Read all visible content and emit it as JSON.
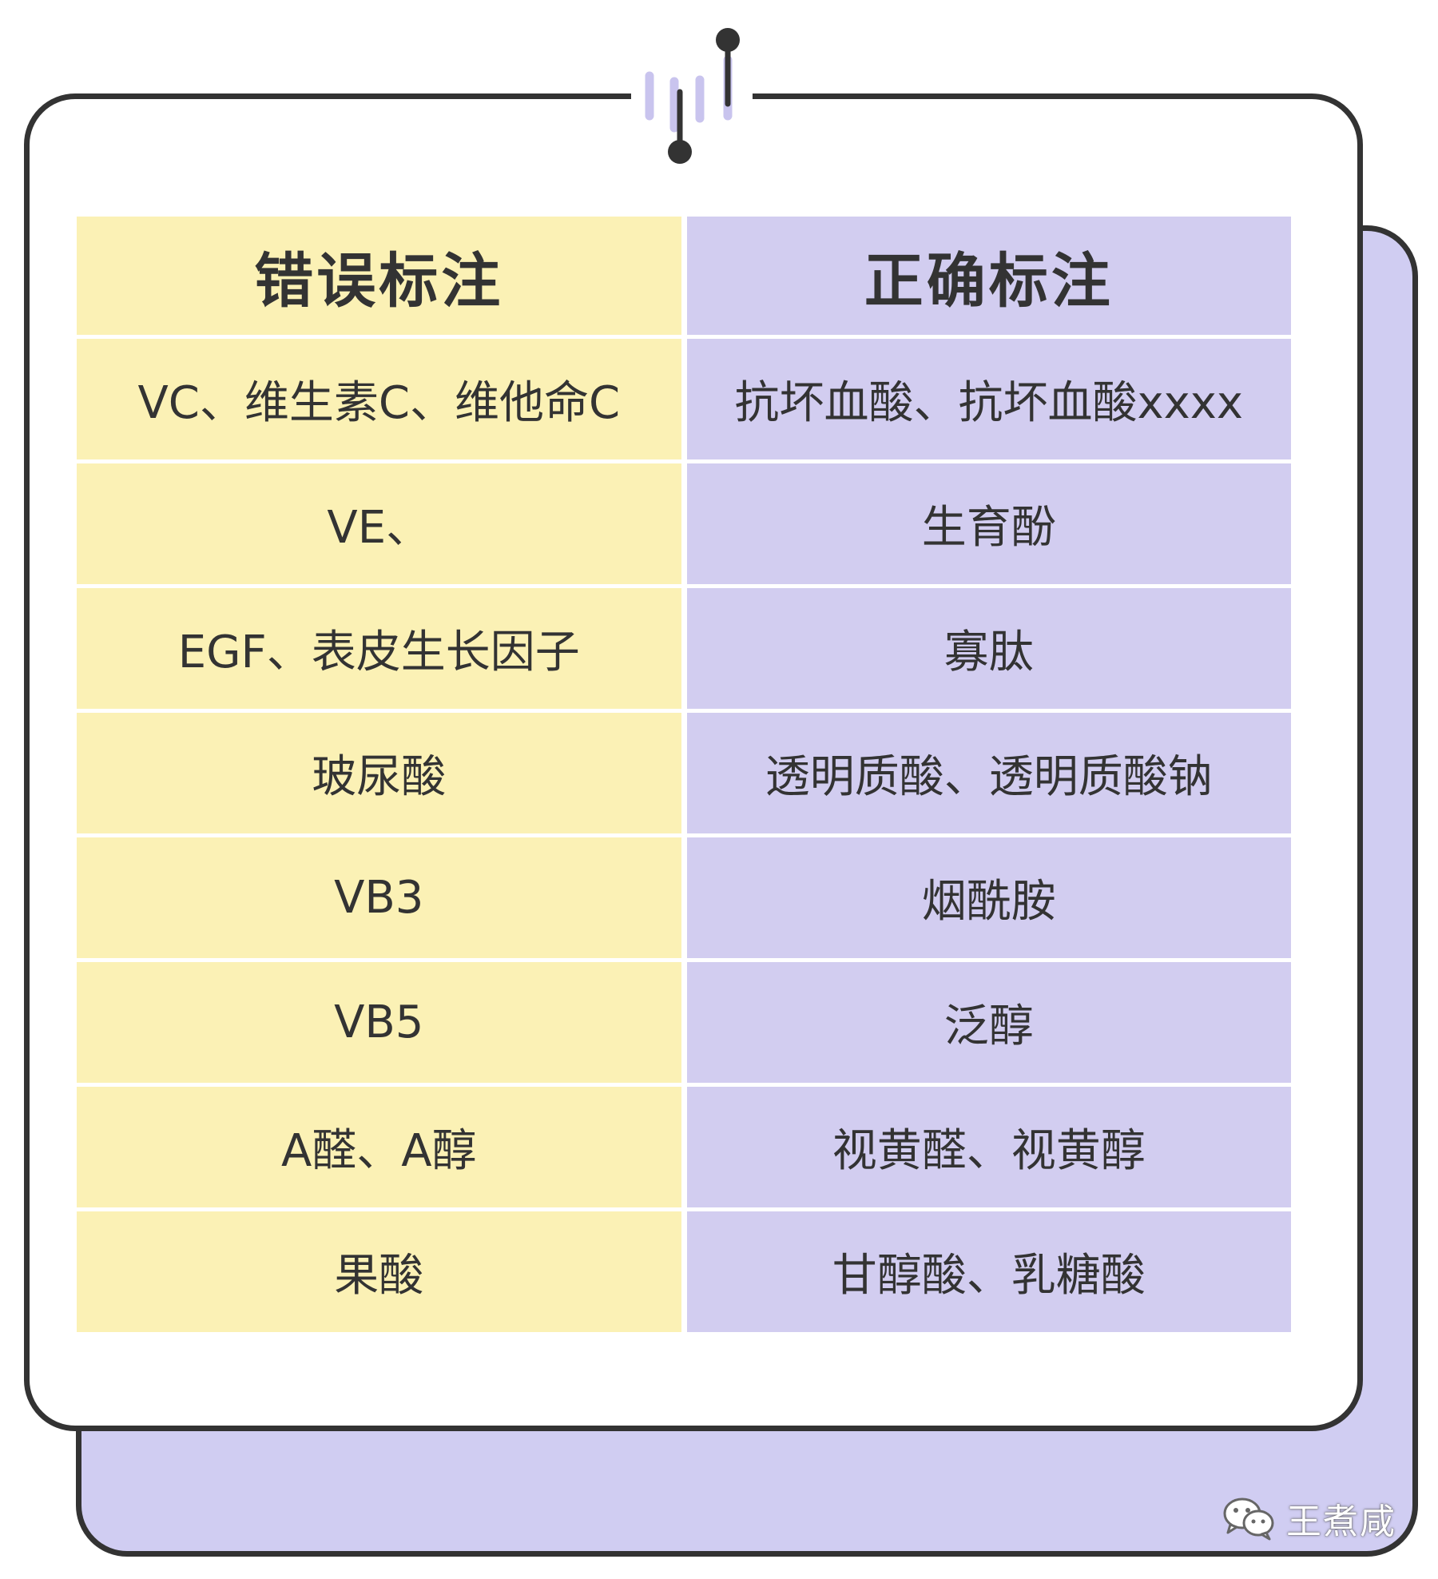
{
  "table": {
    "headers": [
      "错误标注",
      "正确标注"
    ],
    "rows": [
      [
        "VC、维生素C、维他命C",
        "抗坏血酸、抗坏血酸xxxx"
      ],
      [
        "VE、",
        "生育酚"
      ],
      [
        "EGF、表皮生长因子",
        "寡肽"
      ],
      [
        "玻尿酸",
        "透明质酸、透明质酸钠"
      ],
      [
        "VB3",
        "烟酰胺"
      ],
      [
        "VB5",
        "泛醇"
      ],
      [
        "A醛、A醇",
        "视黄醛、视黄醇"
      ],
      [
        "果酸",
        "甘醇酸、乳糖酸"
      ]
    ]
  },
  "watermark": {
    "text": "王煮咸",
    "icon": "wechat-icon"
  },
  "colors": {
    "wrong_column": "#fbf1b5",
    "right_column": "#d2cdf0",
    "back_card": "#d0cdf2",
    "border": "#333333"
  }
}
